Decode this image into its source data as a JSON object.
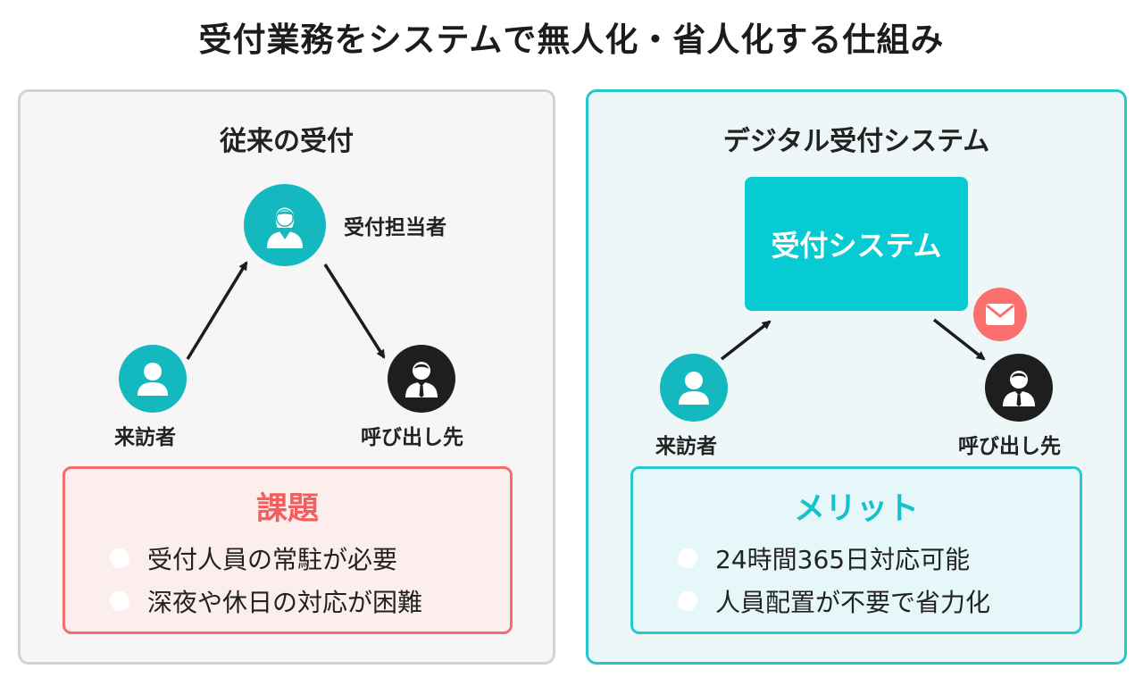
{
  "title": "受付業務をシステムで無人化・省人化する仕組み",
  "left_panel": {
    "title": "従来の受付",
    "staff_label": "受付担当者",
    "visitor_label": "来訪者",
    "callee_label": "呼び出し先",
    "issues": {
      "title": "課題",
      "items": [
        "受付人員の常駐が必要",
        "深夜や休日の対応が困難"
      ]
    }
  },
  "right_panel": {
    "title": "デジタル受付システム",
    "system_label": "受付システム",
    "visitor_label": "来訪者",
    "callee_label": "呼び出し先",
    "merits": {
      "title": "メリット",
      "items": [
        "24時間365日対応可能",
        "人員配置が不要で省力化"
      ]
    }
  },
  "icons": {
    "staff": "receptionist-woman-icon",
    "visitor": "person-icon",
    "callee": "businessman-icon",
    "notification": "envelope-icon"
  },
  "colors": {
    "teal": "#13b9bf",
    "system_box": "#07cbd3",
    "dark": "#1e1e1e",
    "coral": "#fb6f6f",
    "issue_border": "#f06e6e",
    "merit_border": "#2ac9d1"
  }
}
